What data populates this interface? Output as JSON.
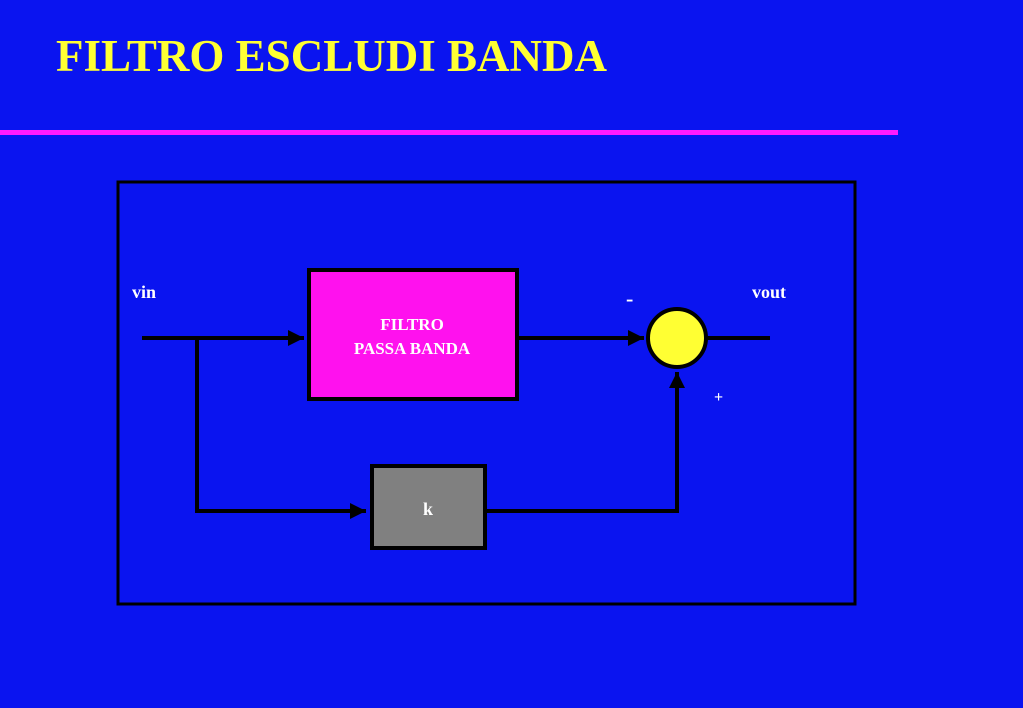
{
  "slide": {
    "title": "FILTRO ESCLUDI BANDA"
  },
  "diagram": {
    "input_label": "vin",
    "output_label": "vout",
    "bandpass_block": {
      "line1": "FILTRO",
      "line2": "PASSA BANDA"
    },
    "gain_block": {
      "label": "k"
    },
    "summing_junction": {
      "minus_sign": "-",
      "plus_sign": "+"
    }
  },
  "colors": {
    "background": "#0a14f0",
    "title": "#ffff33",
    "rule": "#ff1aff",
    "bandpass_block_fill": "#ff11ee",
    "gain_block_fill": "#808080",
    "summing_junction_fill": "#ffff33",
    "wire": "#000000",
    "label_text": "#ffffff"
  }
}
